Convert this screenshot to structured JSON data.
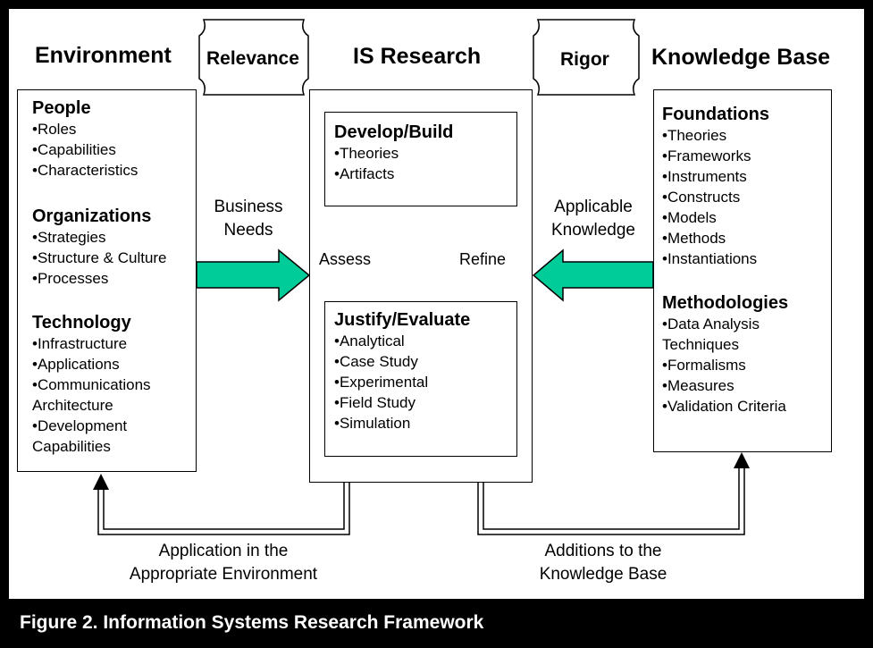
{
  "headers": {
    "environment": "Environment",
    "relevance": "Relevance",
    "is_research": "IS Research",
    "rigor": "Rigor",
    "knowledge_base": "Knowledge Base"
  },
  "environment": {
    "sections": [
      {
        "title": "People",
        "items": [
          "•Roles",
          "•Capabilities",
          "•Characteristics"
        ]
      },
      {
        "title": "Organizations",
        "items": [
          "•Strategies",
          "•Structure & Culture",
          "•Processes"
        ]
      },
      {
        "title": "Technology",
        "items": [
          "•Infrastructure",
          "•Applications",
          "•Communications",
          "Architecture",
          "•Development",
          "Capabilities"
        ]
      }
    ]
  },
  "is_research": {
    "develop": {
      "title": "Develop/Build",
      "items": [
        "•Theories",
        "•Artifacts"
      ]
    },
    "justify": {
      "title": "Justify/Evaluate",
      "items": [
        "•Analytical",
        "•Case Study",
        "•Experimental",
        "•Field Study",
        "•Simulation"
      ]
    },
    "assess": "Assess",
    "refine": "Refine"
  },
  "knowledge_base": {
    "sections": [
      {
        "title": "Foundations",
        "items": [
          "•Theories",
          "•Frameworks",
          "•Instruments",
          "•Constructs",
          "•Models",
          "•Methods",
          "•Instantiations"
        ]
      },
      {
        "title": "Methodologies",
        "items": [
          "•Data Analysis",
          "Techniques",
          "•Formalisms",
          "•Measures",
          "•Validation Criteria"
        ]
      }
    ]
  },
  "arrows": {
    "business_needs": [
      "Business",
      "Needs"
    ],
    "applicable_knowledge": [
      "Applicable",
      "Knowledge"
    ],
    "application": [
      "Application in the",
      "Appropriate Environment"
    ],
    "additions": [
      "Additions to the",
      "Knowledge Base"
    ]
  },
  "colors": {
    "arrow_fill": "#00cc99",
    "background": "#000000",
    "panel": "#ffffff"
  },
  "caption": "Figure 2.  Information Systems Research Framework"
}
